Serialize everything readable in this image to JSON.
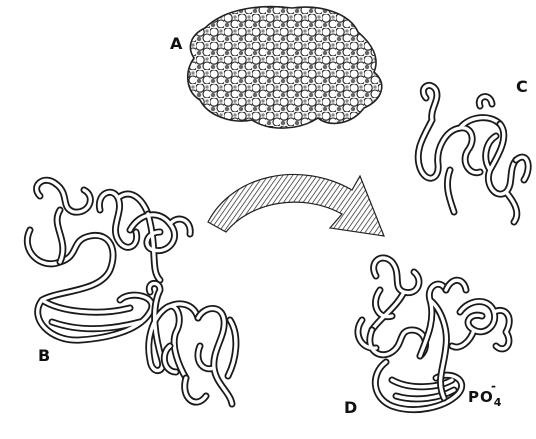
{
  "labels": {
    "a": "A",
    "b": "B",
    "c": "C",
    "d": "D"
  },
  "phosphate": {
    "base": "PO",
    "subscript": "4",
    "charge": "-"
  },
  "colors": {
    "ink": "#1a1a1a",
    "background": "#ffffff"
  }
}
